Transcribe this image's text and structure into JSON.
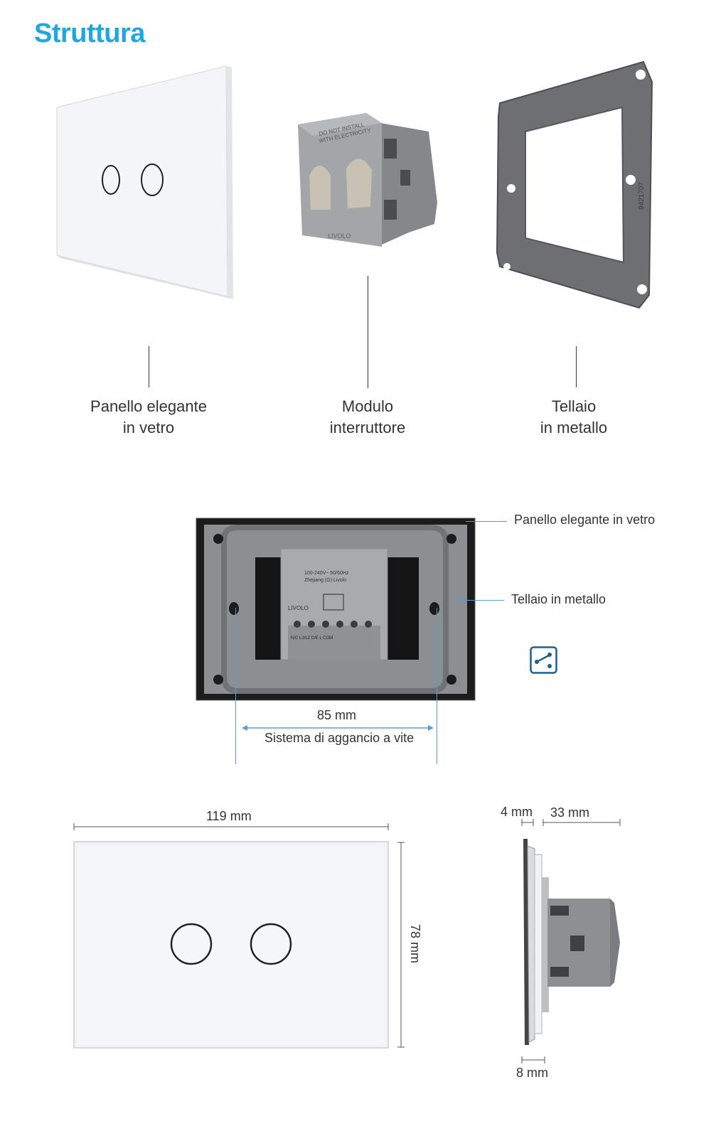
{
  "header": {
    "title": "Struttura"
  },
  "components": [
    {
      "line1": "Panello elegante",
      "line2": "in vetro"
    },
    {
      "line1": "Modulo",
      "line2": "interruttore"
    },
    {
      "line1": "Tellaio",
      "line2": "in metallo"
    }
  ],
  "back_view": {
    "label_glass": "Panello elegante in vetro",
    "label_frame": "Tellaio in metallo",
    "distance": "85 mm",
    "distance_label": "Sistema di aggancio a vite",
    "module_brand": "LIVOLO",
    "module_spec_1": "100-240V~ 50/60Hz",
    "module_spec_2": "Zhejiang (G) Livolo",
    "terminals": "N/C  L1/L2  C/E  L  COM"
  },
  "module_top": {
    "warning_1": "DO NOT INSTALL",
    "warning_2": "WITH ELECTRICITY",
    "brand": "LIVOLO"
  },
  "frame_stamp": "9421707",
  "dimensions": {
    "width": "119 mm",
    "height": "78 mm",
    "glass_thickness": "4 mm",
    "depth": "33 mm",
    "frame_offset": "8 mm"
  },
  "colors": {
    "accent": "#1fa7df",
    "dimension_line": "#5b9bd5",
    "module_grey": "#9ea1a4",
    "frame_metal": "#6d6f72"
  }
}
